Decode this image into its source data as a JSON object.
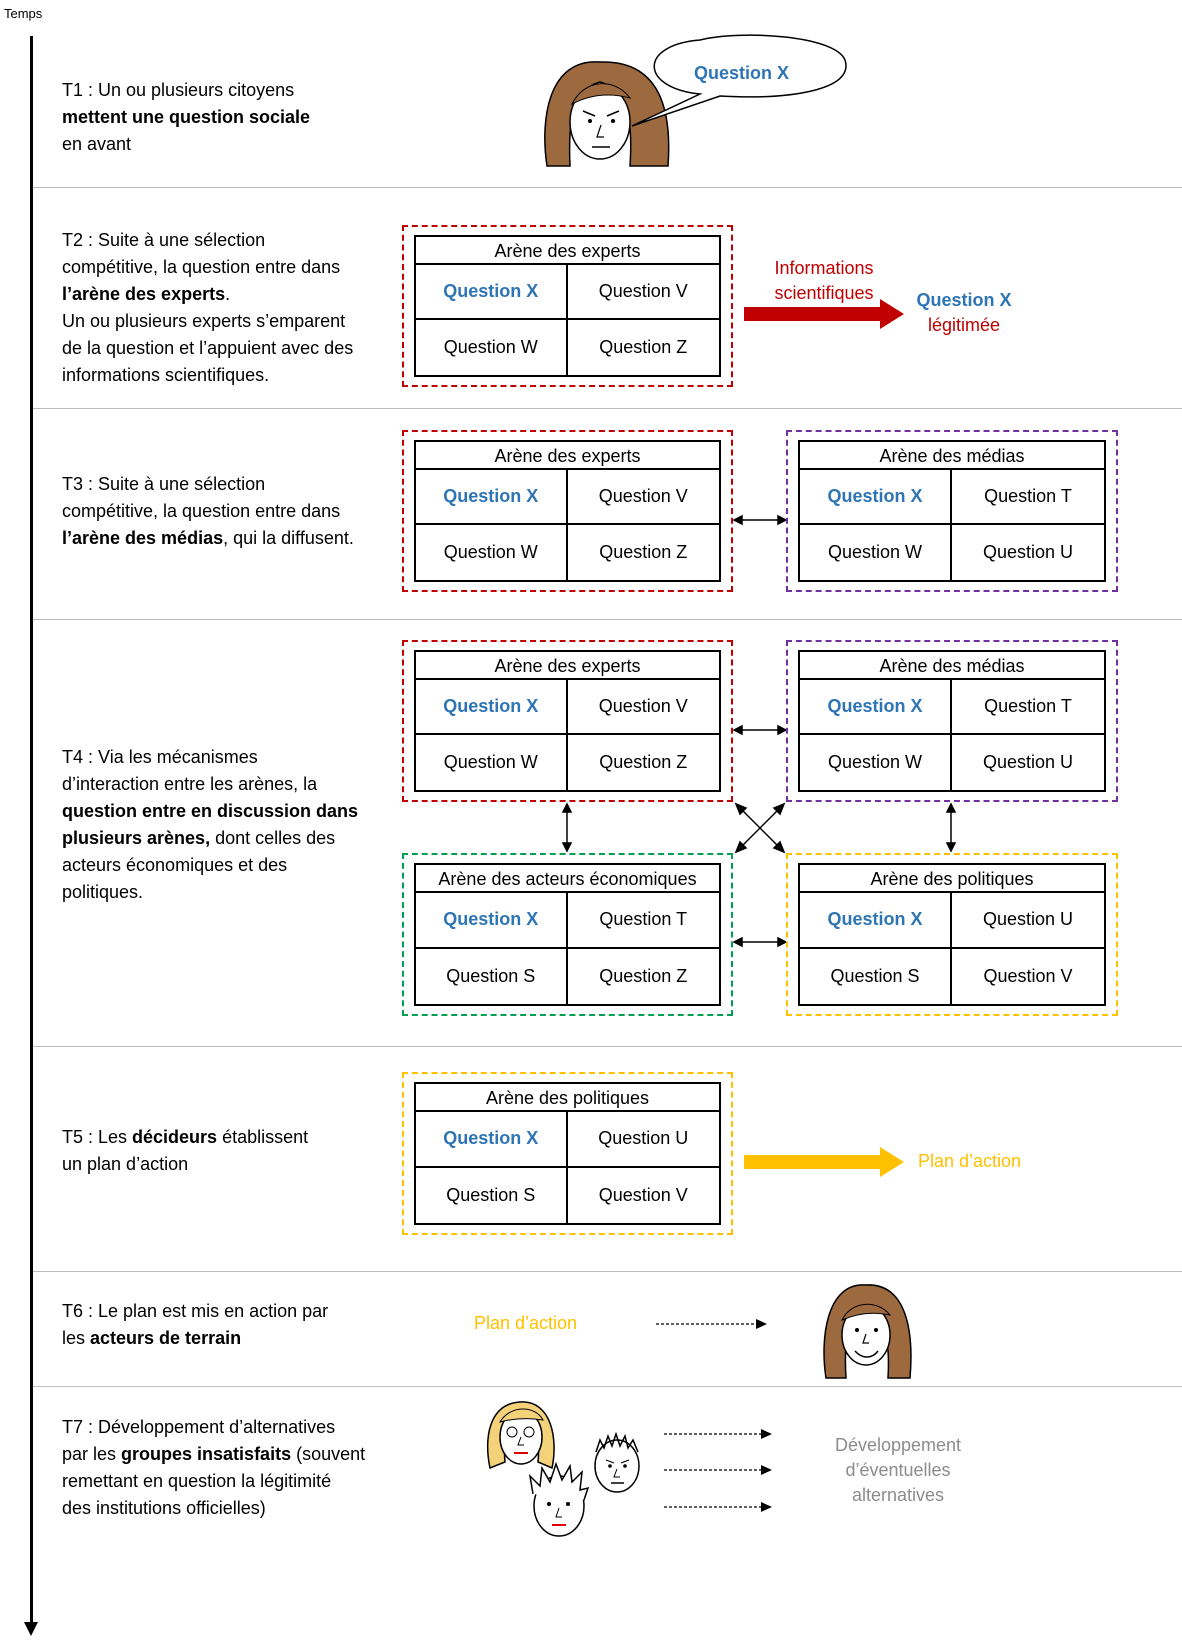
{
  "axis": {
    "label": "Temps"
  },
  "colors": {
    "question_blue": "#2e75b6",
    "experts": "#c00000",
    "medias": "#7030a0",
    "economiques": "#00a050",
    "politiques": "#ffc000",
    "grey": "#8c8c8c"
  },
  "steps": {
    "t1": {
      "text_1": "T1 : Un ou plusieurs citoyens",
      "text_2_bold": "mettent une question sociale",
      "text_3": "en avant",
      "bubble": "Question X"
    },
    "t2": {
      "text_1": "T2 : Suite à une sélection",
      "text_2": "compétitive, la question entre dans",
      "text_3_bold": "l’arène des experts",
      "text_3_end": ".",
      "text_4": "Un ou plusieurs experts s’emparent",
      "text_5": "de la question et l’appuient avec des",
      "text_6": "informations scientifiques.",
      "info_line_1": "Informations",
      "info_line_2": "scientifiques",
      "result_1": "Question X",
      "result_2": "légitimée"
    },
    "t3": {
      "text_1": "T3 : Suite à une sélection",
      "text_2": "compétitive, la question entre dans",
      "text_3_bold": "l’arène des médias",
      "text_3_end": ", qui la diffusent."
    },
    "t4": {
      "text_1": "T4 : Via les mécanismes",
      "text_2": "d’interaction entre les arènes, la",
      "text_3_bold": "question entre en discussion dans",
      "text_4_bold": "plusieurs arènes,",
      "text_4_end": " dont celles des",
      "text_5": "acteurs économiques et des",
      "text_6": "politiques."
    },
    "t5": {
      "text_1_start": "T5 : Les ",
      "text_1_bold": "décideurs",
      "text_1_end": " établissent",
      "text_2": "un plan d’action",
      "output": "Plan d’action"
    },
    "t6": {
      "text_1": "T6 : Le plan est mis en action par",
      "text_2_start": "les ",
      "text_2_bold": "acteurs de terrain",
      "input": "Plan d’action"
    },
    "t7": {
      "text_1": "T7 : Développement d’alternatives",
      "text_2_start": "par les ",
      "text_2_bold": "groupes insatisfaits",
      "text_2_end": " (souvent",
      "text_3": "remettant en question la légitimité",
      "text_4": "des institutions officielles)",
      "output_1": "Développement",
      "output_2": "d’éventuelles",
      "output_3": "alternatives"
    }
  },
  "arenas": {
    "t2_experts": {
      "title": "Arène des experts",
      "cells": [
        "Question X",
        "Question V",
        "Question W",
        "Question Z"
      ]
    },
    "t3_experts": {
      "title": "Arène des experts",
      "cells": [
        "Question X",
        "Question V",
        "Question W",
        "Question Z"
      ]
    },
    "t3_medias": {
      "title": "Arène des médias",
      "cells": [
        "Question X",
        "Question T",
        "Question W",
        "Question U"
      ]
    },
    "t4_experts": {
      "title": "Arène des experts",
      "cells": [
        "Question X",
        "Question V",
        "Question W",
        "Question Z"
      ]
    },
    "t4_medias": {
      "title": "Arène des médias",
      "cells": [
        "Question X",
        "Question T",
        "Question W",
        "Question U"
      ]
    },
    "t4_economiques": {
      "title": "Arène des acteurs économiques",
      "cells": [
        "Question X",
        "Question T",
        "Question S",
        "Question Z"
      ]
    },
    "t4_politiques": {
      "title": "Arène des politiques",
      "cells": [
        "Question X",
        "Question U",
        "Question S",
        "Question V"
      ]
    },
    "t5_politiques": {
      "title": "Arène des politiques",
      "cells": [
        "Question X",
        "Question U",
        "Question S",
        "Question V"
      ]
    }
  }
}
